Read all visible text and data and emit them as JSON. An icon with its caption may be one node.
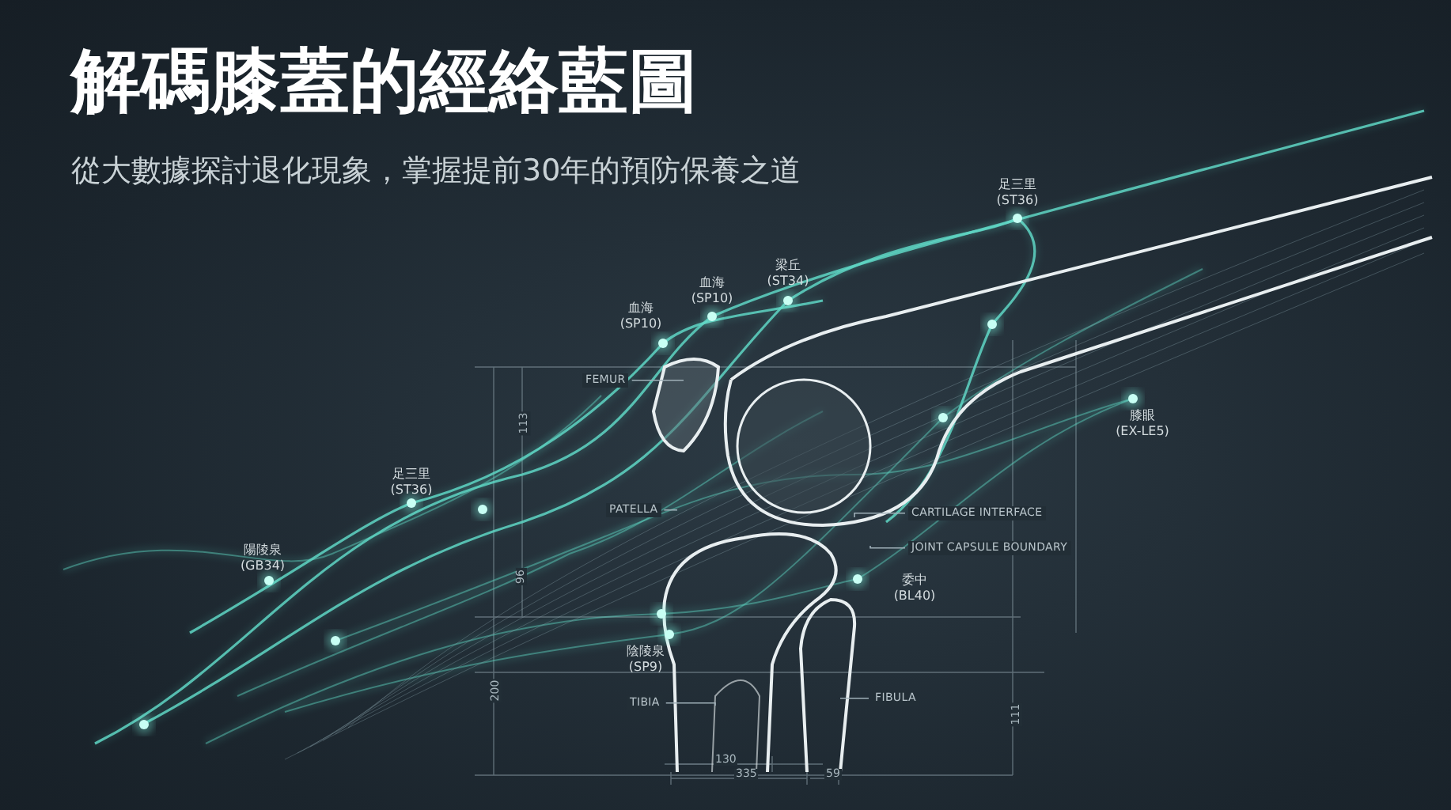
{
  "diagram": {
    "title": "解碼膝蓋的經絡藍圖",
    "nodes": [
      {
        "text": [
          "足三里",
          "(ST36)"
        ]
      },
      {
        "text": [
          "血海",
          "(SP10)"
        ]
      },
      {
        "text": [
          "梁丘",
          "(ST34)"
        ]
      },
      {
        "text": [
          "血海",
          "(SP10)"
        ]
      },
      {
        "text": [
          "膝眼",
          "(EX-LE5)"
        ]
      },
      {
        "text": [
          "足三里",
          "(ST36)"
        ]
      },
      {
        "text": [
          "陽陵泉",
          "(GB34)"
        ]
      },
      {
        "text": [
          "委中",
          "(BL40)"
        ]
      },
      {
        "text": [
          "陰陵泉",
          "(SP9)"
        ]
      },
      {
        "text": [
          "FEMUR"
        ]
      },
      {
        "text": [
          "PATELLA"
        ]
      },
      {
        "text": [
          "CARTILAGE INTERFACE"
        ]
      },
      {
        "text": [
          "JOINT CAPSULE BOUNDARY"
        ]
      },
      {
        "text": [
          "TIBIA"
        ]
      },
      {
        "text": [
          "FIBULA"
        ]
      }
    ],
    "edges": [
      {
        "from": 9,
        "to": null,
        "arrow": "none"
      },
      {
        "from": 10,
        "to": null,
        "arrow": "none"
      },
      {
        "from": 11,
        "to": null,
        "arrow": "none"
      },
      {
        "from": 12,
        "to": null,
        "arrow": "none"
      },
      {
        "from": 13,
        "to": null,
        "arrow": "none"
      },
      {
        "from": 14,
        "to": null,
        "arrow": "none"
      }
    ],
    "labels": [
      "從大數據探討退化現象，掌握提前30年的預防保養之道",
      "113",
      "96",
      "200",
      "130",
      "335",
      "59",
      "111"
    ]
  }
}
